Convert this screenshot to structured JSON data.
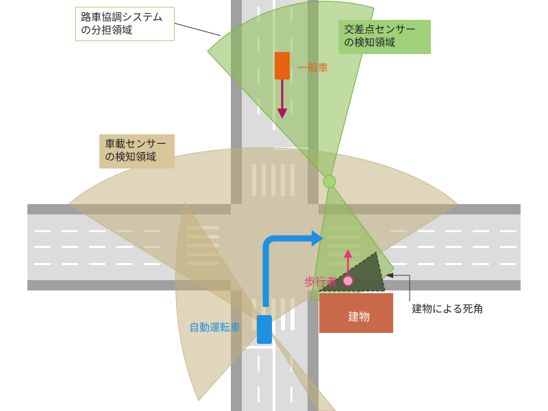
{
  "labels": {
    "system_line1": "路車協調システム",
    "system_line2": "の分担領域",
    "intersection_sensor_line1": "交差点センサー",
    "intersection_sensor_line2": "の検知領域",
    "vehicle_sensor_line1": "車載センサー",
    "vehicle_sensor_line2": "の検知領域",
    "general_vehicle": "一般車",
    "pedestrian": "歩行者",
    "autonomous_vehicle": "自動運転車",
    "building": "建物",
    "blind_spot": "建物による死角"
  },
  "colors": {
    "road": "#dcdcdc",
    "road_edge": "#9a9a9a",
    "lane_marking": "#ffffff",
    "vehicle_sensor_area": "#c2ae77",
    "intersection_sensor_area": "#8cc055",
    "general_vehicle": "#e8620f",
    "vehicle_arrow": "#b0105e",
    "autonomous_vehicle": "#1e90e0",
    "pedestrian": "#e0367b",
    "building": "#c9694a",
    "blind_spot": "#445236"
  }
}
